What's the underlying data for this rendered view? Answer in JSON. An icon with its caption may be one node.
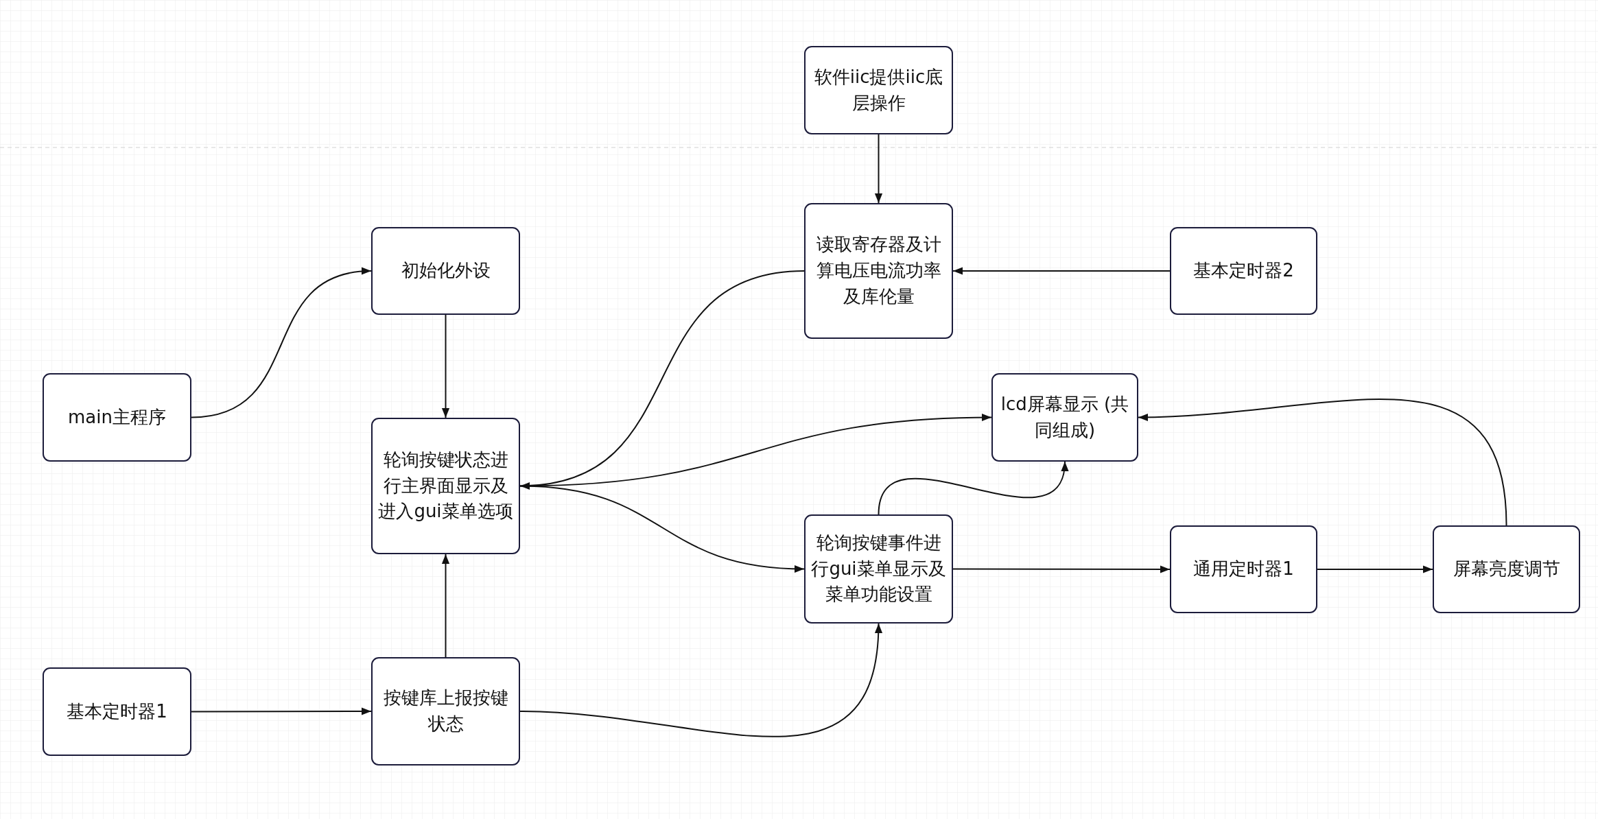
{
  "diagram": {
    "nodes": [
      {
        "text": [
          "main主程序"
        ]
      },
      {
        "text": [
          "初始化外设"
        ]
      },
      {
        "text": [
          "软件iic提供iic底层操作"
        ]
      },
      {
        "text": [
          "读取寄存器及计算电压电流功率及库伦量"
        ]
      },
      {
        "text": [
          "基本定时器2"
        ]
      },
      {
        "text": [
          "lcd屏幕显示 (共同组成)"
        ]
      },
      {
        "text": [
          "轮询按键状态进行主界面显示及进入gui菜单选项"
        ]
      },
      {
        "text": [
          "轮询按键事件进行gui菜单显示及菜单功能设置"
        ]
      },
      {
        "text": [
          "通用定时器1"
        ]
      },
      {
        "text": [
          "屏幕亮度调节"
        ]
      },
      {
        "text": [
          "基本定时器1"
        ]
      },
      {
        "text": [
          "按键库上报按键状态"
        ]
      }
    ],
    "edges": [
      {
        "from": 0,
        "to": 1,
        "arrow": "to"
      },
      {
        "from": 1,
        "to": 6,
        "arrow": "to"
      },
      {
        "from": 2,
        "to": 3,
        "arrow": "to"
      },
      {
        "from": 4,
        "to": 3,
        "arrow": "to"
      },
      {
        "from": 3,
        "to": 6,
        "arrow": "to"
      },
      {
        "from": 6,
        "to": 5,
        "arrow": "to"
      },
      {
        "from": 6,
        "to": 7,
        "arrow": "to"
      },
      {
        "from": 7,
        "to": 5,
        "arrow": "to"
      },
      {
        "from": 7,
        "to": 8,
        "arrow": "to"
      },
      {
        "from": 8,
        "to": 9,
        "arrow": "to"
      },
      {
        "from": 9,
        "to": 5,
        "arrow": "to"
      },
      {
        "from": 10,
        "to": 11,
        "arrow": "to"
      },
      {
        "from": 11,
        "to": 6,
        "arrow": "to"
      },
      {
        "from": 11,
        "to": 7,
        "arrow": "to"
      }
    ]
  }
}
